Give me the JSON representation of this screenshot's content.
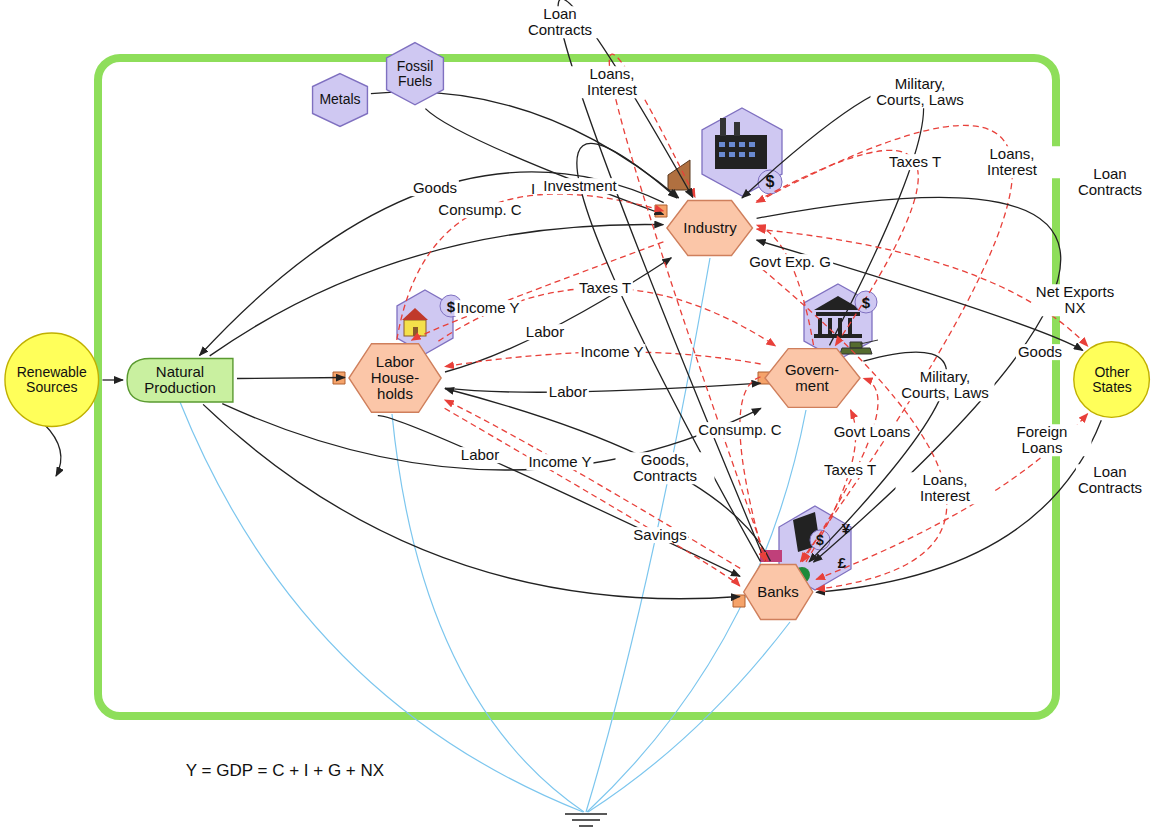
{
  "diagram": {
    "nodes": [
      {
        "text": [
          "Renewable Sources"
        ]
      },
      {
        "text": [
          "Natural Production"
        ]
      },
      {
        "text": [
          "Labor House-holds"
        ]
      },
      {
        "text": [
          "Industry"
        ]
      },
      {
        "text": [
          "Govern-ment"
        ]
      },
      {
        "text": [
          "Banks"
        ]
      },
      {
        "text": [
          "Other States"
        ]
      },
      {
        "text": [
          "Metals"
        ]
      },
      {
        "text": [
          "Fossil Fuels"
        ]
      }
    ],
    "edges": [
      {
        "from": 0,
        "to": 1,
        "arrow": "to"
      },
      {
        "from": 1,
        "to": 2,
        "arrow": "to"
      },
      {
        "from": 1,
        "to": 3,
        "arrow": "to"
      },
      {
        "from": 1,
        "to": 4,
        "arrow": "to"
      },
      {
        "from": 1,
        "to": 5,
        "arrow": "to"
      },
      {
        "from": 7,
        "to": 3,
        "arrow": "to"
      },
      {
        "from": 8,
        "to": 3,
        "arrow": "to"
      },
      {
        "from": 3,
        "to": 1,
        "arrow": "to",
        "label": "Goods"
      },
      {
        "from": 2,
        "to": 3,
        "arrow": "to",
        "label": "Labor"
      },
      {
        "from": 2,
        "to": 4,
        "arrow": "to",
        "label": "Labor"
      },
      {
        "from": 2,
        "to": 5,
        "arrow": "to",
        "label": "Labor"
      },
      {
        "from": 3,
        "to": 2,
        "arrow": "to",
        "label": "Income Y"
      },
      {
        "from": 4,
        "to": 2,
        "arrow": "to",
        "label": "Income Y"
      },
      {
        "from": 5,
        "to": 2,
        "arrow": "to",
        "label": "Income Y"
      },
      {
        "from": 2,
        "to": 4,
        "arrow": "to",
        "label": "Taxes T"
      },
      {
        "from": 3,
        "to": 4,
        "arrow": "to",
        "label": "Taxes T"
      },
      {
        "from": 5,
        "to": 4,
        "arrow": "to",
        "label": "Taxes T"
      },
      {
        "from": 2,
        "to": 3,
        "arrow": "to",
        "label": "Consump. C"
      },
      {
        "from": 5,
        "to": 3,
        "arrow": "to",
        "label": "Investment"
      },
      {
        "from": 4,
        "to": 3,
        "arrow": "to",
        "label": "Govt Exp. G"
      },
      {
        "from": 5,
        "to": 3,
        "arrow": "both",
        "label": "Loans, Interest"
      },
      {
        "from": 5,
        "to": 3,
        "arrow": "both",
        "label": "Loans, Interest"
      },
      {
        "from": 3,
        "to": 5,
        "arrow": "to",
        "label": "Loan Contracts"
      },
      {
        "from": 5,
        "to": 3,
        "arrow": "to",
        "label": "Loan Contracts"
      },
      {
        "from": 4,
        "to": 3,
        "arrow": "to",
        "label": "Military, Courts, Laws"
      },
      {
        "from": 4,
        "to": 5,
        "arrow": "to",
        "label": "Military, Courts, Laws"
      },
      {
        "from": 5,
        "to": 4,
        "arrow": "both",
        "label": "Govt Loans"
      },
      {
        "from": 2,
        "to": 5,
        "arrow": "to",
        "label": "Savings"
      },
      {
        "from": 5,
        "to": 2,
        "arrow": "to",
        "label": "Goods, Contracts"
      },
      {
        "from": 4,
        "to": 5,
        "arrow": "to",
        "label": "Consump. C"
      },
      {
        "from": 5,
        "to": 6,
        "arrow": "both",
        "label": "Foreign Loans"
      },
      {
        "from": 6,
        "to": 5,
        "arrow": "to",
        "label": "Loan Contracts"
      },
      {
        "from": 3,
        "to": 6,
        "arrow": "both",
        "label": "Net Exports NX"
      },
      {
        "from": 3,
        "to": 6,
        "arrow": "both",
        "label": "Goods"
      },
      {
        "from": 5,
        "to": 3,
        "arrow": "both",
        "label": "Loans, Interest"
      }
    ],
    "labels": [
      "$",
      "$",
      "$",
      "$",
      "¥",
      "£",
      "I",
      "Y = GDP = C + I + G + NX"
    ]
  }
}
